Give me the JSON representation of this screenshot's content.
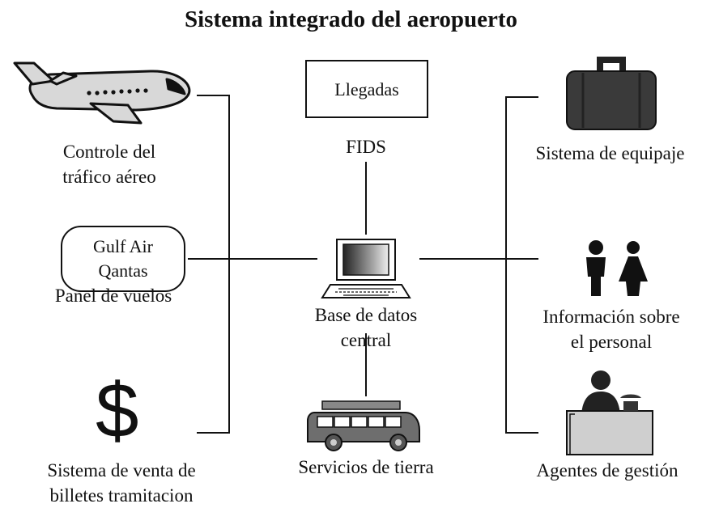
{
  "title": "Sistema integrado del aeropuerto",
  "nodes": {
    "atc": {
      "line1": "Controle del",
      "line2": "tráfico aéreo",
      "icon": "airplane-icon"
    },
    "flight_panel": {
      "box_line1": "Gulf Air",
      "box_line2": "Qantas",
      "label": "Panel de vuelos"
    },
    "ticketing": {
      "symbol": "$",
      "line1": "Sistema de venta de",
      "line2": "billetes tramitacion",
      "icon": "dollar-icon"
    },
    "fids": {
      "box_text": "Llegadas",
      "label": "FIDS"
    },
    "central_db": {
      "line1": "Base de datos",
      "line2": "central",
      "icon": "computer-icon"
    },
    "ground": {
      "label": "Servicios de tierra",
      "icon": "bus-icon"
    },
    "baggage": {
      "label": "Sistema de equipaje",
      "icon": "suitcase-icon"
    },
    "staff": {
      "line1": "Información sobre",
      "line2": "el personal",
      "icon": "people-icon"
    },
    "agents": {
      "label": "Agentes de gestión",
      "icon": "desk-agent-icon"
    }
  },
  "colors": {
    "line": "#111111",
    "icon_fill": "#333333",
    "icon_light": "#cfcfcf"
  }
}
